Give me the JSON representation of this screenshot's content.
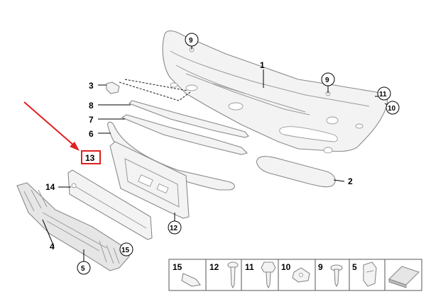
{
  "callouts": {
    "c1": "1",
    "c2": "2",
    "c3": "3",
    "c4": "4",
    "c5": "5",
    "c6": "6",
    "c7": "7",
    "c8": "8",
    "c9": "9",
    "c10": "10",
    "c11": "11",
    "c12": "12",
    "c13": "13",
    "c14": "14",
    "c15": "15"
  },
  "legend": [
    "15",
    "12",
    "11",
    "10",
    "9",
    "5"
  ],
  "colors": {
    "highlight_arrow": "#e02020",
    "highlight_box": "#e02020",
    "outline": "#8a8a8a"
  }
}
